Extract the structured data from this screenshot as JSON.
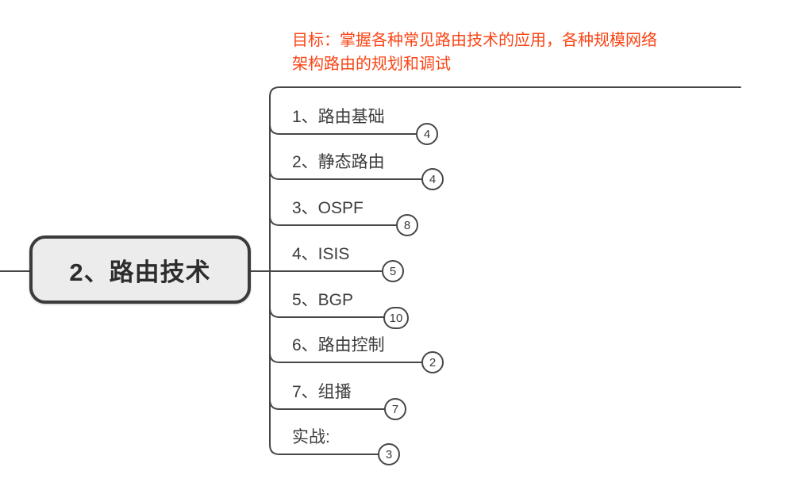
{
  "note": {
    "text": "目标：掌握各种常见路由技术的应用，各种规模网络\n架构路由的规划和调试",
    "color": "#fb4516"
  },
  "root": {
    "label": "2、路由技术"
  },
  "branches": [
    {
      "label": "1、路由基础",
      "count": "4"
    },
    {
      "label": "2、静态路由",
      "count": "4"
    },
    {
      "label": "3、OSPF",
      "count": "8"
    },
    {
      "label": "4、ISIS",
      "count": "5"
    },
    {
      "label": "5、BGP",
      "count": "10"
    },
    {
      "label": "6、路由控制",
      "count": "2"
    },
    {
      "label": "7、组播",
      "count": "7"
    },
    {
      "label": "实战:",
      "count": "3"
    }
  ],
  "colors": {
    "line": "#474747",
    "node_fill": "#ececec",
    "node_border": "#3b3b3b",
    "text": "#3c3c3c",
    "note_text": "#fb4516"
  }
}
